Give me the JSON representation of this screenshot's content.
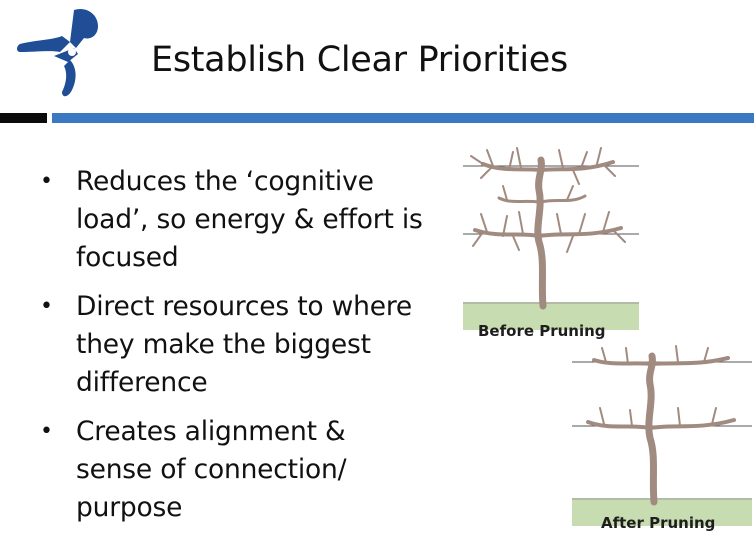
{
  "slide": {
    "title": "Establish Clear Priorities",
    "bullets": [
      "Reduces the ‘cognitive load’, so energy & effort is focused",
      "Direct resources to where they make the biggest difference",
      "Creates alignment & sense of connection/ purpose"
    ],
    "bullet_glyph": "•"
  },
  "images": {
    "before_caption": "Before Pruning",
    "after_caption": "After Pruning"
  },
  "colors": {
    "accent_blue": "#3a78c2",
    "logo_blue": "#1f4e96",
    "bar_black": "#0b0b0b",
    "trunk": "#a18b80",
    "grass": "#c8dcb1"
  },
  "icons": {
    "logo": "pruning-shears-logo"
  }
}
